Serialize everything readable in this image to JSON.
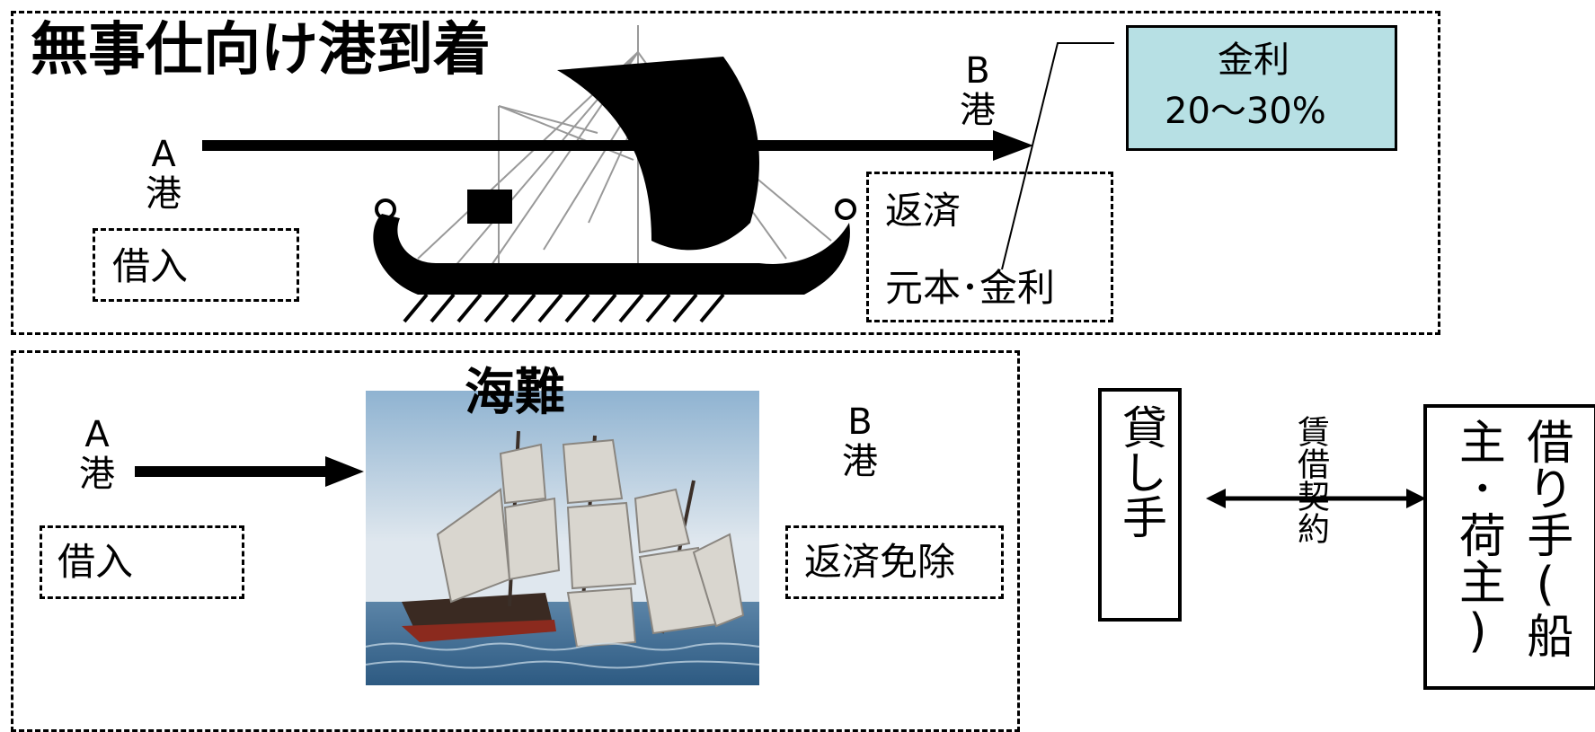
{
  "top": {
    "title": "無事仕向け港到着",
    "port_a": "A\n港",
    "port_b": "B\n港",
    "borrow": "借入",
    "repay_line1": "返済",
    "repay_line2": "元本･金利",
    "interest_line1": "金利",
    "interest_line2": "20～30%"
  },
  "bottom": {
    "title": "海難",
    "port_a": "A\n港",
    "port_b": "B\n港",
    "borrow": "借入",
    "exempt": "返済免除"
  },
  "contract": {
    "lender": "貸し手",
    "relation": "賃借契約",
    "borrower": "借り手(船主･荷主)"
  },
  "colors": {
    "interest_box_bg": "#b7e0e4",
    "sea": "#3f6f93",
    "sky": "#a9c8df"
  }
}
